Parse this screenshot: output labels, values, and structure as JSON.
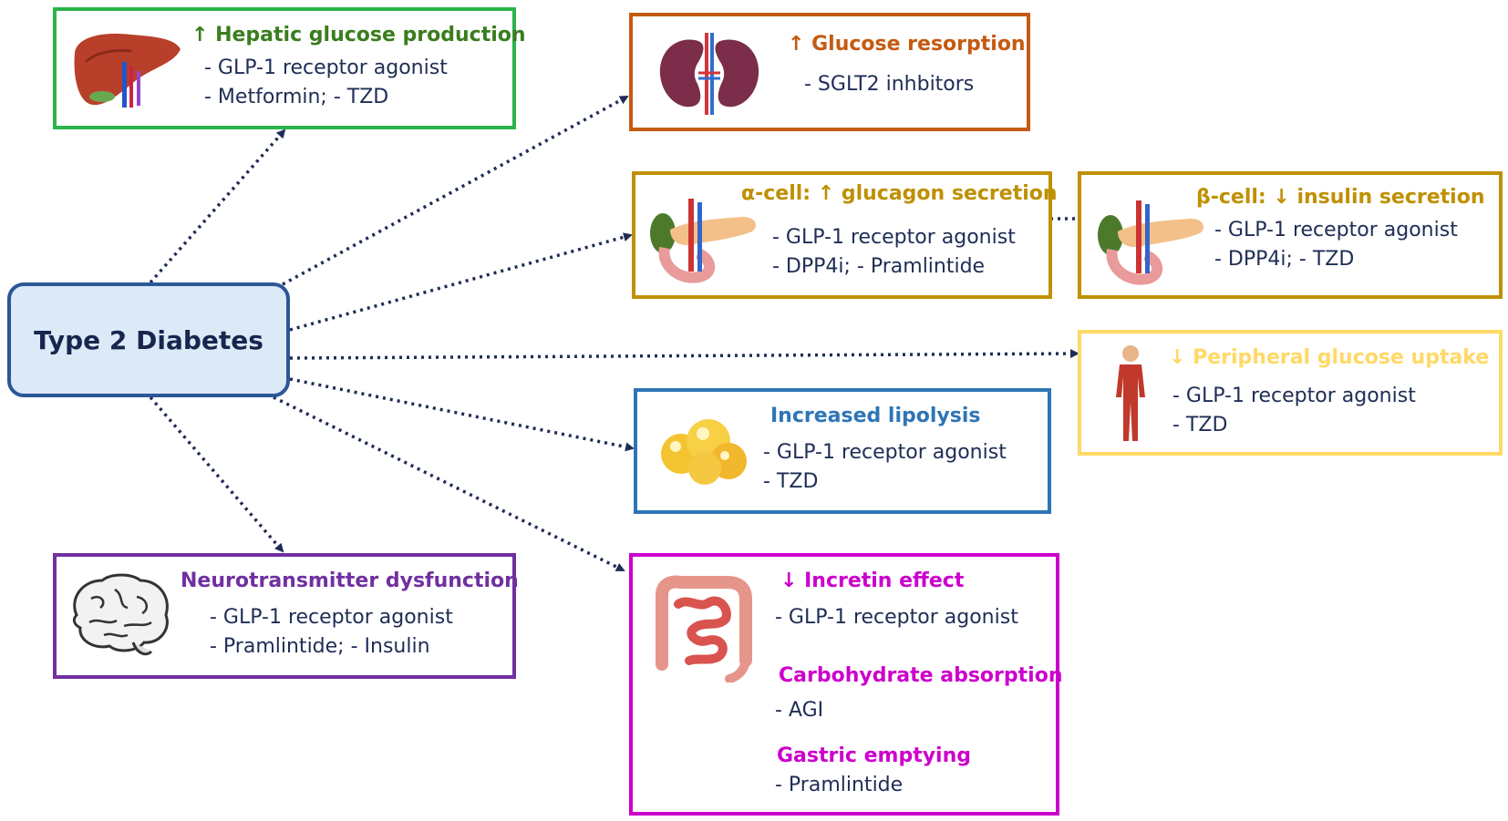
{
  "center": {
    "label": "Type 2 Diabetes"
  },
  "colors": {
    "hepatic": "#2cb34a",
    "hepatic_title": "#3a7d1e",
    "kidney": "#c55a11",
    "pancreas": "#bf9000",
    "peripheral": "#ffd966",
    "lipolysis": "#2e75b6",
    "neuro": "#7030a0",
    "incretin": "#cc00cc",
    "arrow": "#1f2d55"
  },
  "boxes": {
    "hepatic": {
      "title": "↑ Hepatic glucose production",
      "lines": [
        "- GLP-1 receptor agonist",
        "- Metformin; - TZD"
      ]
    },
    "kidney": {
      "title": "↑ Glucose resorption",
      "lines": [
        "- SGLT2 inhbitors"
      ]
    },
    "alpha": {
      "title": "α-cell: ↑ glucagon secretion",
      "lines": [
        "- GLP-1 receptor agonist",
        "- DPP4i; - Pramlintide"
      ]
    },
    "beta": {
      "title": "β-cell: ↓ insulin secretion",
      "lines": [
        "- GLP-1 receptor agonist",
        "- DPP4i; - TZD"
      ]
    },
    "peripheral": {
      "title": "↓ Peripheral glucose uptake",
      "lines": [
        "- GLP-1 receptor agonist",
        "- TZD"
      ]
    },
    "lipolysis": {
      "title": "Increased lipolysis",
      "lines": [
        "- GLP-1 receptor agonist",
        "- TZD"
      ]
    },
    "neuro": {
      "title": "Neurotransmitter dysfunction",
      "lines": [
        "- GLP-1 receptor agonist",
        "- Pramlintide; - Insulin"
      ]
    },
    "gut": {
      "title": "↓ Incretin effect",
      "lines": [
        "- GLP-1 receptor agonist"
      ],
      "title2": "Carbohydrate absorption",
      "lines2": [
        "- AGI"
      ],
      "title3": "Gastric emptying",
      "lines3": [
        "- Pramlintide"
      ]
    }
  },
  "icons": {
    "hepatic": "liver-icon",
    "kidney": "kidney-icon",
    "alpha": "pancreas-icon",
    "beta": "pancreas-icon",
    "peripheral": "human-body-icon",
    "lipolysis": "fat-cells-icon",
    "neuro": "brain-icon",
    "gut": "intestine-icon"
  }
}
